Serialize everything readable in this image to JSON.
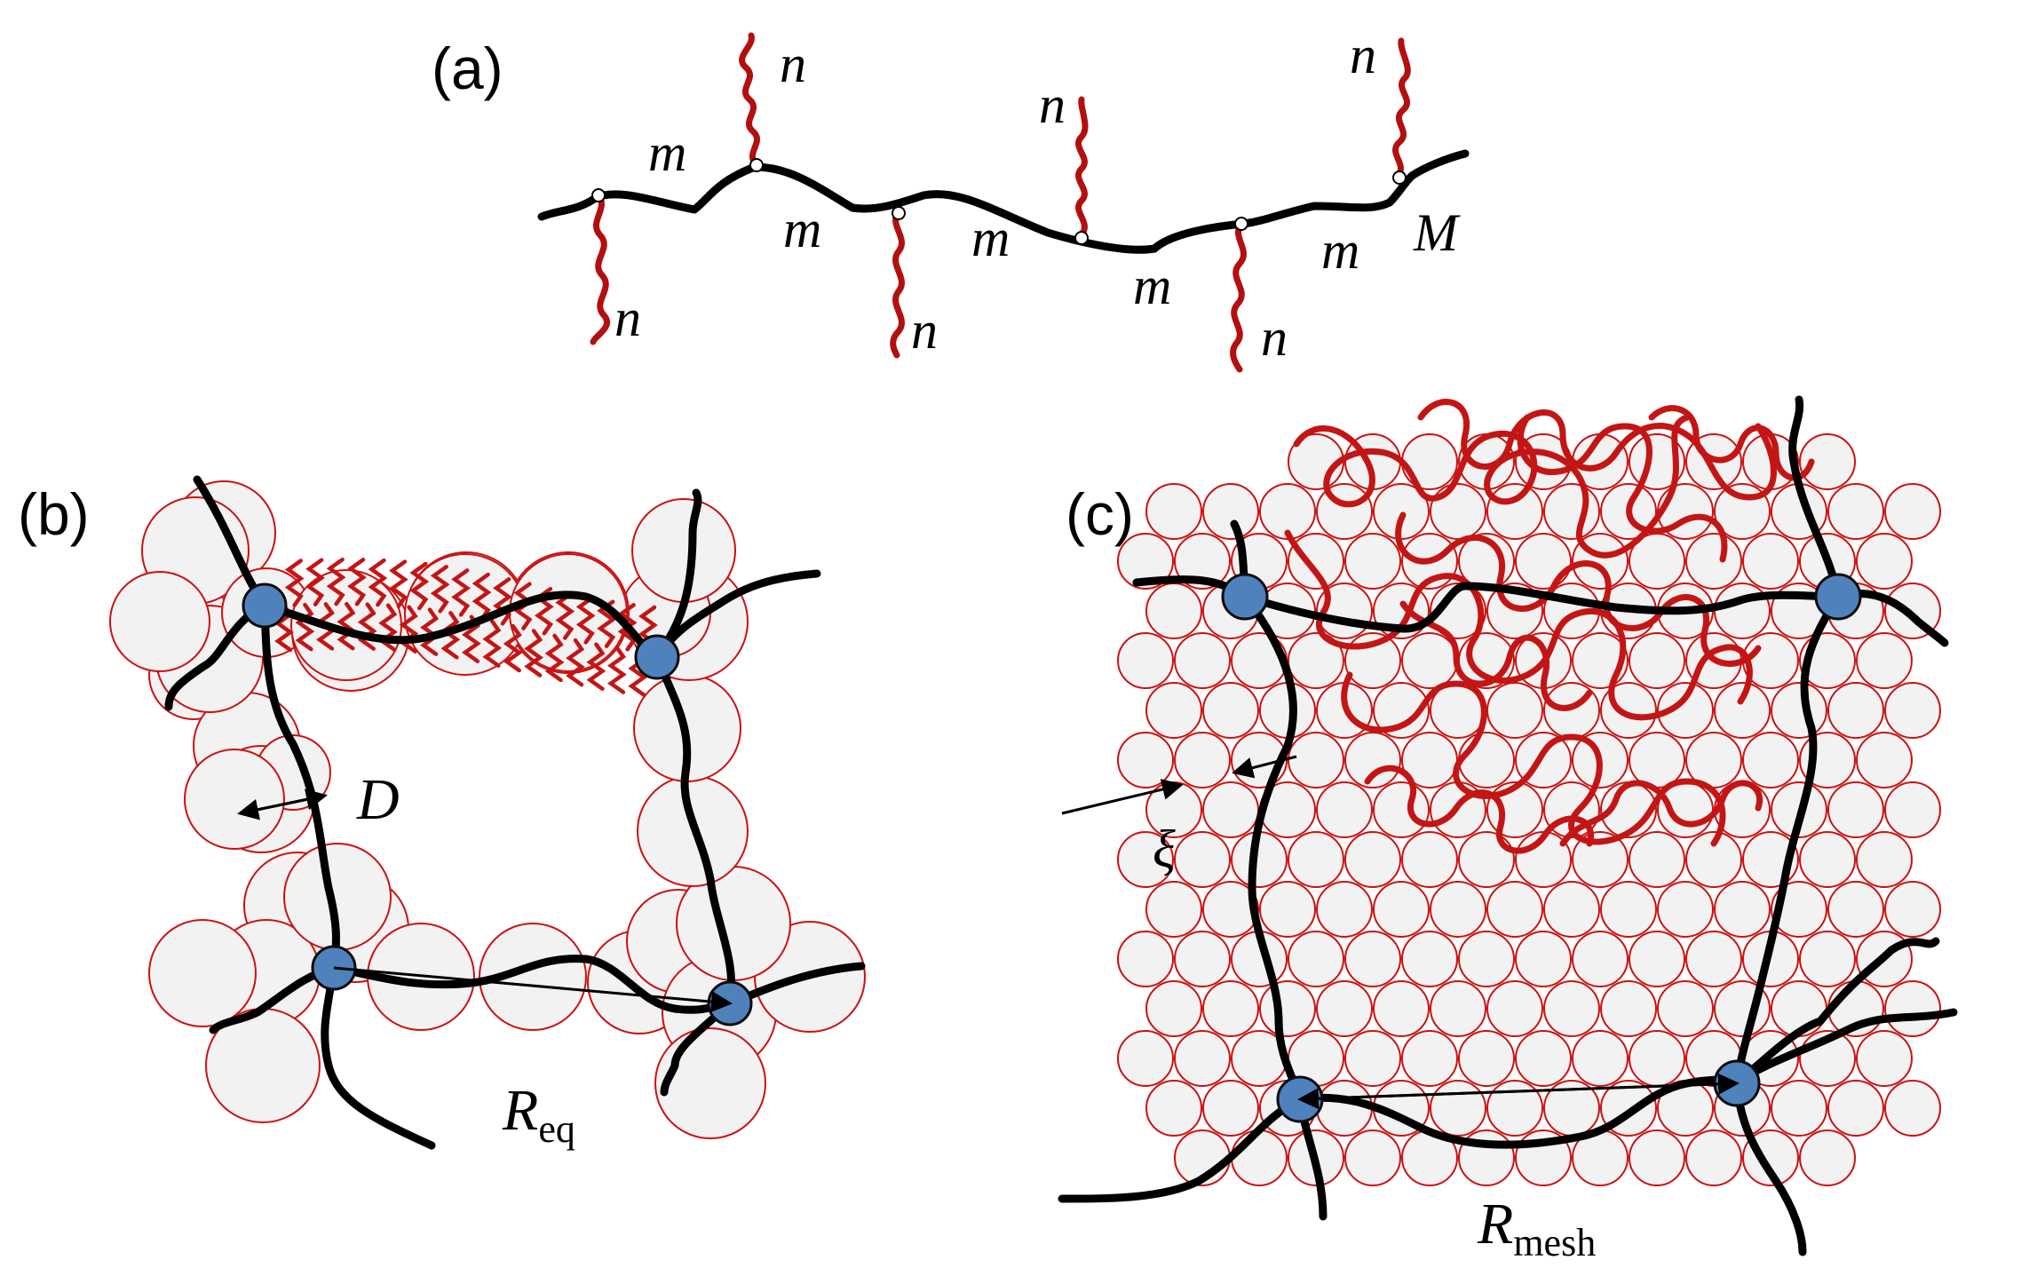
{
  "panels": {
    "a": {
      "label": "(a)"
    },
    "b": {
      "label": "(b)"
    },
    "c": {
      "label": "(c)"
    }
  },
  "symbols": {
    "side_chain": "n",
    "spacer": "m",
    "backbone": "M",
    "blob_size": "D",
    "correlation_length": "ξ",
    "R_main": "R",
    "R_eq_sub": "eq",
    "R_mesh_sub": "mesh"
  },
  "colors": {
    "backbone": "#000000",
    "side_chains": "#c41515",
    "blob_fill": "#f2f2f2",
    "blob_outline": "#cc1111",
    "crosslink": "#4f81bd"
  }
}
